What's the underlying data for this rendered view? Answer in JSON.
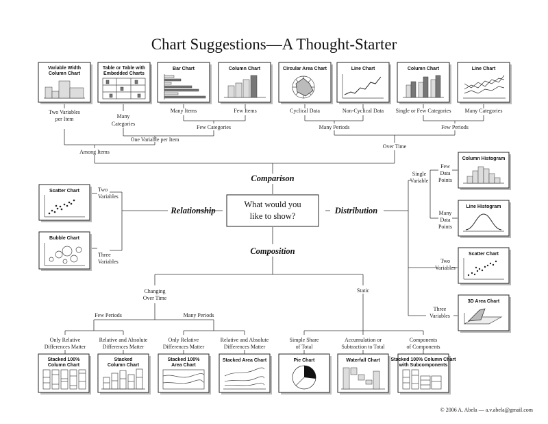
{
  "title": "Chart Suggestions—A Thought-Starter",
  "center_question": [
    "What would you",
    "like to show?"
  ],
  "categories": {
    "comparison": "Comparison",
    "relationship": "Relationship",
    "distribution": "Distribution",
    "composition": "Composition"
  },
  "top_chart_titles": {
    "var_width": [
      "Variable Width",
      "Column Chart"
    ],
    "table_embedded": [
      "Table or Table with",
      "Embedded Charts"
    ],
    "bar_chart": [
      "Bar Chart"
    ],
    "column_chart_1": [
      "Column Chart"
    ],
    "circular_area": [
      "Circular Area Chart"
    ],
    "line_chart_1": [
      "Line Chart"
    ],
    "column_chart_2": [
      "Column Chart"
    ],
    "line_chart_2": [
      "Line Chart"
    ]
  },
  "top_labels": {
    "two_vars_per_item": [
      "Two Variables",
      "per Item"
    ],
    "many_categories_1": [
      "Many",
      "Categories"
    ],
    "many_items": "Many Items",
    "few_items": "Few Items",
    "cyclical": "Cyclical Data",
    "non_cyclical": "Non-Cyclical Data",
    "single_few_cat": "Single or Few Categories",
    "many_categories_2": "Many Categories",
    "few_categories": "Few Categories",
    "one_var_per_item": "One Variable per Item",
    "many_periods": "Many Periods",
    "few_periods": "Few Periods",
    "among_items": "Among Items",
    "over_time": "Over Time"
  },
  "relationship": {
    "scatter_title": [
      "Scatter Chart"
    ],
    "bubble_title": [
      "Bubble Chart"
    ],
    "two_vars": [
      "Two",
      "Variables"
    ],
    "three_vars": [
      "Three",
      "Variables"
    ]
  },
  "distribution": {
    "col_hist_title": [
      "Column Histogram"
    ],
    "line_hist_title": [
      "Line Histogram"
    ],
    "scatter_title": [
      "Scatter Chart"
    ],
    "area3d_title": [
      "3D Area Chart"
    ],
    "single_var": [
      "Single",
      "Variable"
    ],
    "few_points": [
      "Few",
      "Data",
      "Points"
    ],
    "many_points": [
      "Many",
      "Data",
      "Points"
    ],
    "two_vars": [
      "Two",
      "Variables"
    ],
    "three_vars": [
      "Three",
      "Variables"
    ]
  },
  "composition": {
    "changing": [
      "Changing",
      "Over Time"
    ],
    "static": "Static",
    "few_periods": "Few Periods",
    "many_periods": "Many Periods",
    "only_rel_1": [
      "Only Relative",
      "Differences Matter"
    ],
    "rel_abs_1": [
      "Relative and Absolute",
      "Differences Matter"
    ],
    "only_rel_2": [
      "Only Relative",
      "Differences Matter"
    ],
    "rel_abs_2": [
      "Relative and Absolute",
      "Differences Matter"
    ],
    "simple_share": [
      "Simple Share",
      "of Total"
    ],
    "accumulation": [
      "Accumulation or",
      "Subtraction to Total"
    ],
    "components": [
      "Components",
      "of Components"
    ],
    "stacked100_col_title": [
      "Stacked 100%",
      "Column Chart"
    ],
    "stacked_col_title": [
      "Stacked",
      "Column Chart"
    ],
    "stacked100_area_title": [
      "Stacked 100%",
      "Area Chart"
    ],
    "stacked_area_title": [
      "Stacked Area Chart"
    ],
    "pie_title": [
      "Pie Chart"
    ],
    "waterfall_title": [
      "Waterfall Chart"
    ],
    "stacked100_sub_title": [
      "Stacked 100% Column Chart",
      "with Subcomponents"
    ]
  },
  "footer": "© 2006  A. Abela — a.v.abela@gmail.com"
}
